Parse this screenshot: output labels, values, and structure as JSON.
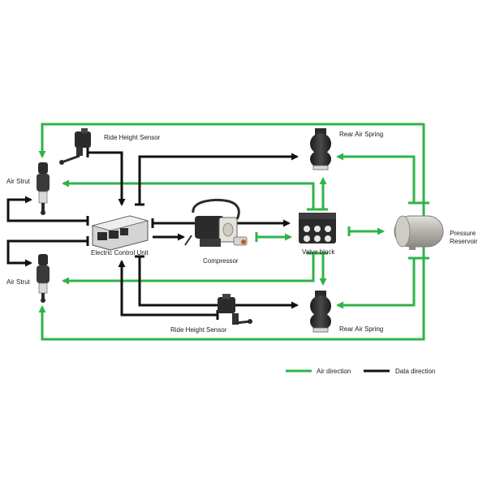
{
  "colors": {
    "air": "#2fb34a",
    "data": "#111111",
    "component_dark": "#2b2b2b",
    "component_light": "#d9d9d9",
    "reservoir": "#b9b6b1"
  },
  "components": {
    "air_strut_top": {
      "label": "Air Strut",
      "icon": "air-strut-icon"
    },
    "air_strut_bottom": {
      "label": "Air Strut",
      "icon": "air-strut-icon"
    },
    "ride_height_sensor_top": {
      "label": "Ride Height Sensor",
      "icon": "ride-height-sensor-icon"
    },
    "ride_height_sensor_bottom": {
      "label": "Ride Height Sensor",
      "icon": "ride-height-sensor-icon"
    },
    "ecu": {
      "label": "Electric Control Unit",
      "icon": "ecu-icon"
    },
    "compressor": {
      "label": "Compressor",
      "icon": "compressor-icon"
    },
    "valve_block": {
      "label": "Valve block",
      "icon": "valve-block-icon"
    },
    "rear_air_spring_top": {
      "label": "Rear Air Spring",
      "icon": "air-spring-icon"
    },
    "rear_air_spring_bottom": {
      "label": "Rear Air Spring",
      "icon": "air-spring-icon"
    },
    "reservoir": {
      "label_line1": "Pressure",
      "label_line2": "Reservoir",
      "icon": "pressure-reservoir-icon"
    }
  },
  "legend": {
    "air": "Air direction",
    "data": "Data direction"
  }
}
